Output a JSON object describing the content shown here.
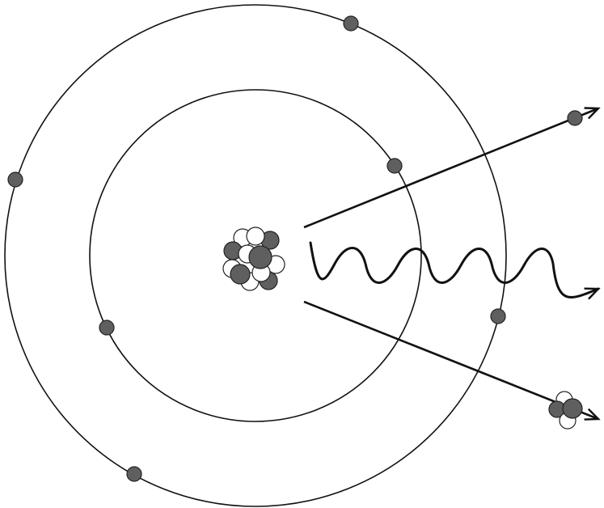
{
  "diagram": {
    "background": "#ffffff",
    "stroke_color": "#111111",
    "electron_color": "#5f5f5f",
    "proton_color": "#5f5f5f",
    "neutron_color": "#ffffff",
    "shells": [
      {
        "name": "inner-shell",
        "electrons": 2
      },
      {
        "name": "outer-shell",
        "electrons": 4
      }
    ],
    "emissions": [
      {
        "name": "beta-particle",
        "kind": "electron"
      },
      {
        "name": "gamma-ray",
        "kind": "wave"
      },
      {
        "name": "alpha-particle",
        "kind": "helium-nucleus"
      }
    ]
  }
}
